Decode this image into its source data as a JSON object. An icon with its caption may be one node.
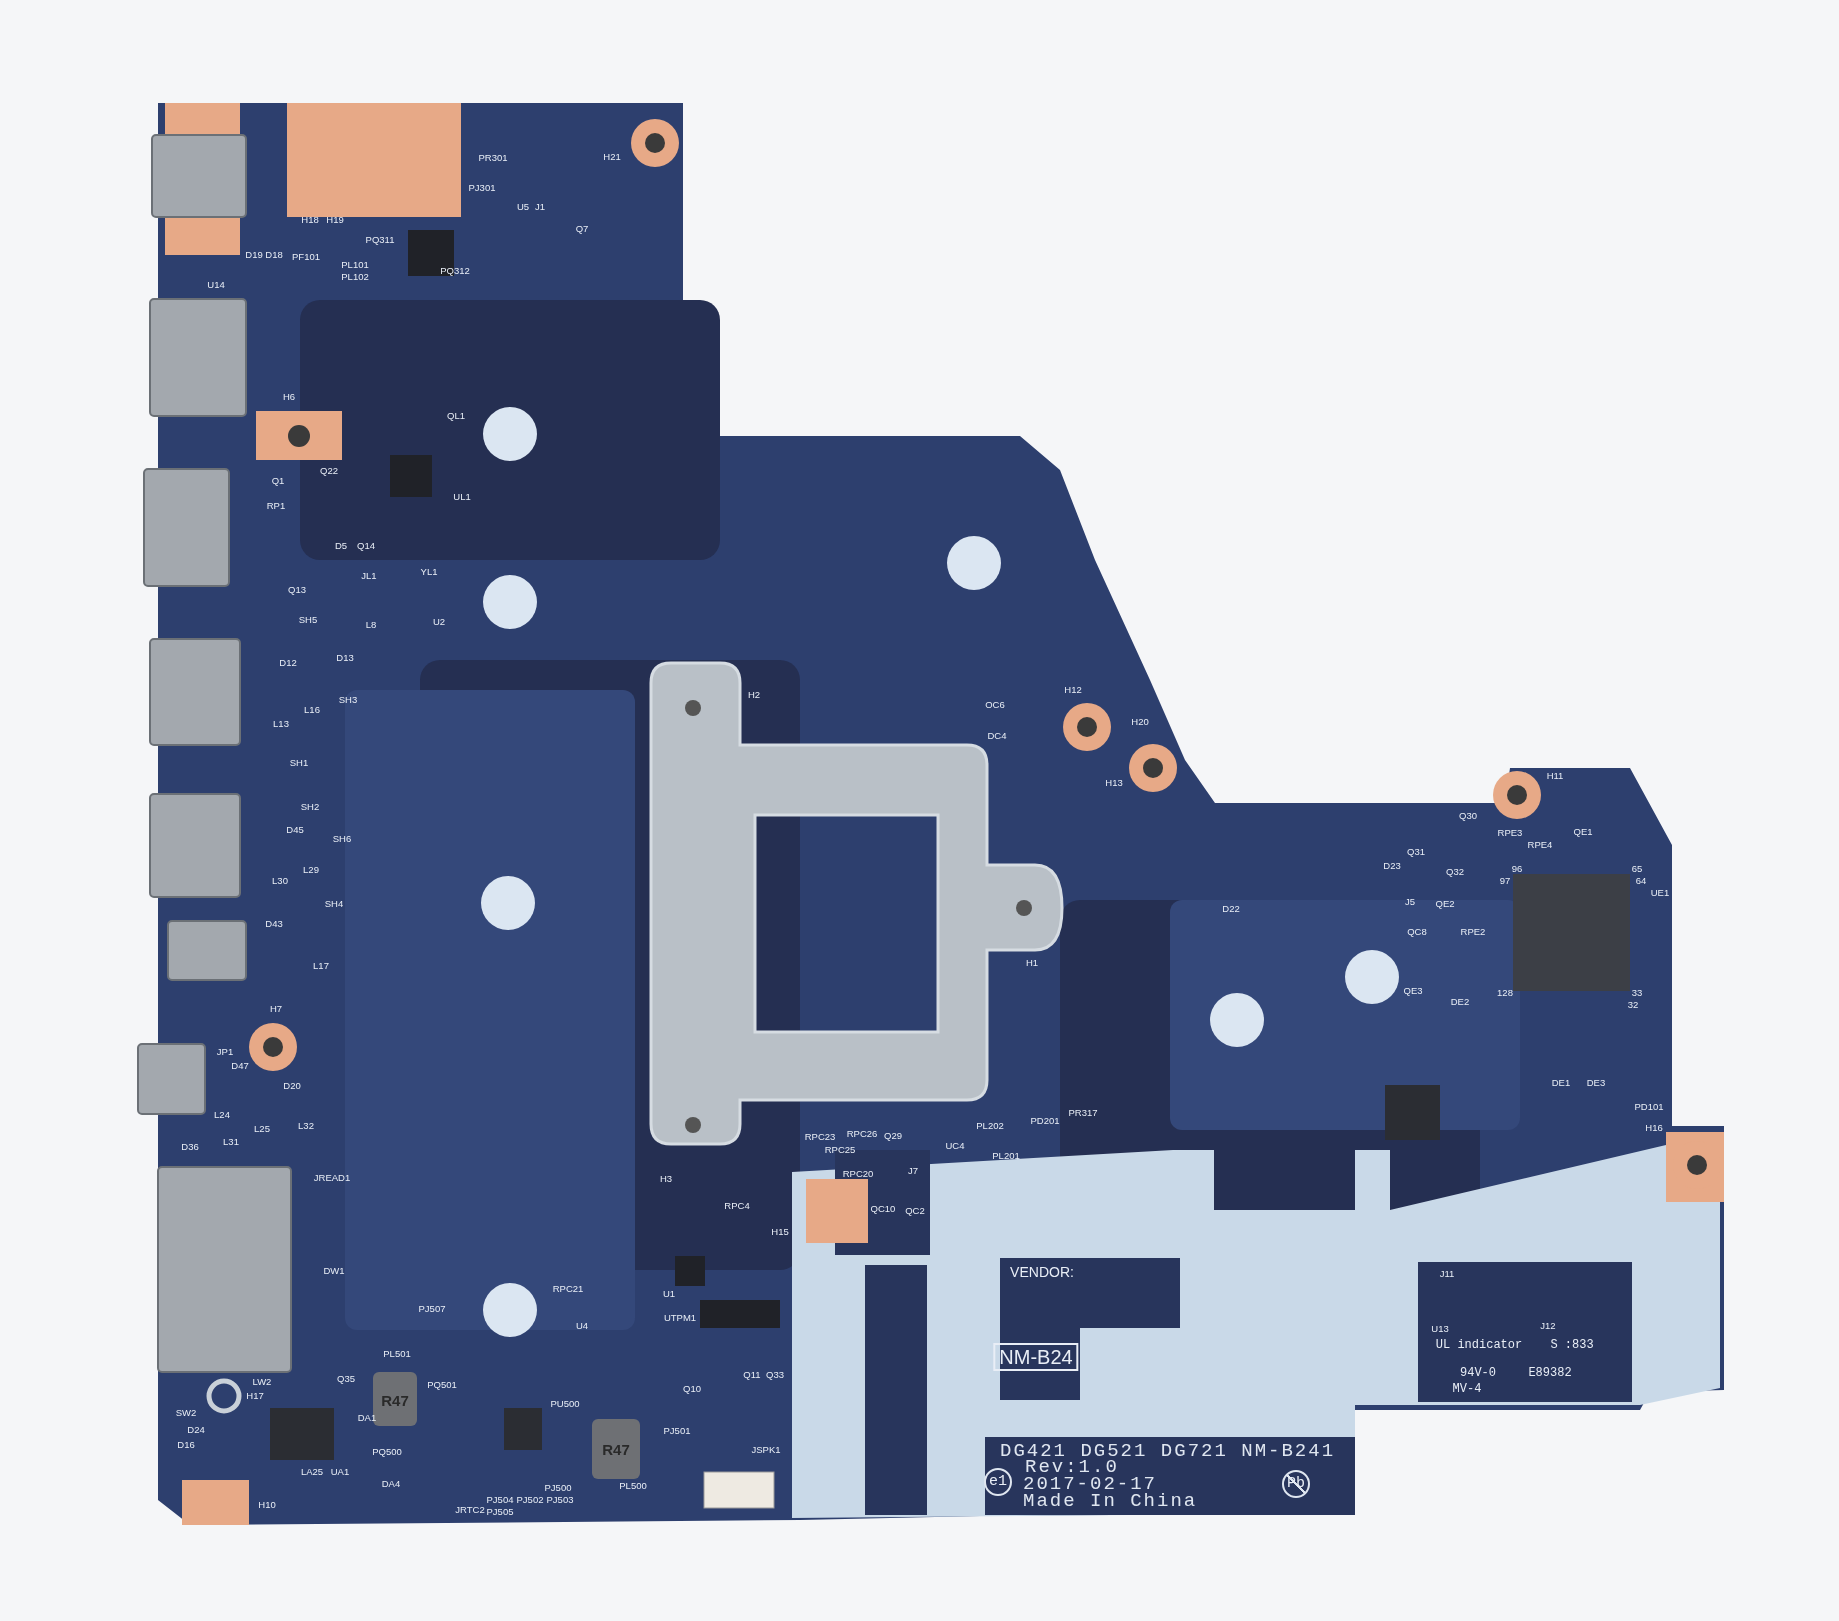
{
  "diagram": {
    "labels": [
      "PR301",
      "H21",
      "PJ301",
      "U5",
      "J1",
      "H18",
      "H19",
      "Q7",
      "PQ311",
      "D19",
      "D18",
      "PF101",
      "PL101",
      "PQ312",
      "PL102",
      "U14",
      "H6",
      "QL1",
      "Q22",
      "Q1",
      "UL1",
      "RP1",
      "D5",
      "Q14",
      "YL1",
      "JL1",
      "Q13",
      "SH5",
      "U2",
      "L8",
      "D13",
      "D12",
      "H12",
      "H2",
      "SH3",
      "OC6",
      "L16",
      "L13",
      "H20",
      "DC4",
      "SH1",
      "H11",
      "H13",
      "SH2",
      "Q30",
      "D45",
      "RPE3",
      "QE1",
      "SH6",
      "RPE4",
      "Q31",
      "L29",
      "D23",
      "Q32",
      "96",
      "65",
      "L30",
      "97",
      "64",
      "UE1",
      "SH4",
      "D22",
      "J5",
      "QE2",
      "D43",
      "QC8",
      "RPE2",
      "H1",
      "L17",
      "QE3",
      "128",
      "33",
      "DE2",
      "32",
      "H7",
      "JP1",
      "D47",
      "D20",
      "DE1",
      "DE3",
      "L24",
      "PR317",
      "PD101",
      "L25",
      "L32",
      "PL202",
      "PD201",
      "H16",
      "L31",
      "RPC23",
      "RPC26",
      "Q29",
      "D36",
      "RPC25",
      "UC4",
      "PL201",
      "J7",
      "RPC20",
      "JREAD1",
      "H3",
      "RPC4",
      "QC10",
      "QC2",
      "H15",
      "DW1",
      "VENDOR:",
      "J11",
      "RPC21",
      "U1",
      "PJ507",
      "UTPM1",
      "U4",
      "J12",
      "U13",
      "UL indicator",
      "S :833",
      "NM-B24",
      "94V-0",
      "E89382",
      "PL501",
      "LW2",
      "Q35",
      "PQ501",
      "Q10",
      "Q11",
      "Q33",
      "MV-4",
      "H17",
      "R47",
      "PU500",
      "SW2",
      "DA1",
      "D24",
      "PJ501",
      "D16",
      "PQ500",
      "R47",
      "JSPK1",
      "DG421 DG521 DG721 NM-B241",
      "LA25",
      "UA1",
      "Rev:1.0",
      "DA4",
      "PJ500",
      "PL500",
      "e1",
      "2017-02-17",
      "Pb",
      "H10",
      "JRTC2",
      "PJ505",
      "PJ504",
      "PJ502",
      "PJ503",
      "Made In China"
    ]
  }
}
